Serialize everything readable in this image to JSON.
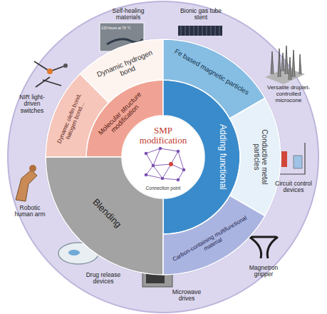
{
  "diagram": {
    "nodes": [
      {
        "text": [
          "SMP modification",
          "Connection point"
        ]
      },
      {
        "text": [
          "Molecular structure modification"
        ]
      },
      {
        "text": [
          "Adding functional"
        ]
      },
      {
        "text": [
          "Blending"
        ]
      },
      {
        "text": [
          "Dynamic olefin bond, halogen bond..."
        ]
      },
      {
        "text": [
          "Dynamic hydrogen bond"
        ]
      },
      {
        "text": [
          "Fe based magnetic particles"
        ]
      },
      {
        "text": [
          "Conductive metal particles"
        ]
      },
      {
        "text": [
          "Carbon-containing multifunctional material"
        ]
      }
    ],
    "labels": [
      "Self-healing materials",
      "120 hours at 70 ℃",
      "Bionic gas tube stent",
      "Versatile droplet-controlled microcone",
      "Circuit control devices",
      "Magnetron gripper",
      "Microwave drives",
      "Drug release devices",
      "Robotic human arm",
      "NIR light-driven switches"
    ]
  }
}
